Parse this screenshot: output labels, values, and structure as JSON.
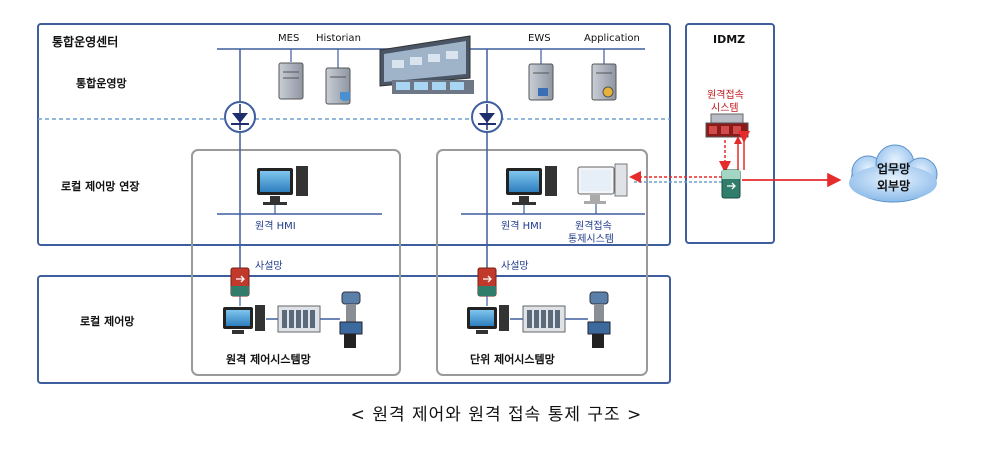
{
  "zones": {
    "center": "통합운영센터",
    "integrated_net": "통합운영망",
    "local_ext": "로컬 제어망 연장",
    "local_ctrl": "로컬 제어망",
    "idmz": "IDMZ"
  },
  "servers": {
    "mes": "MES",
    "historian": "Historian",
    "ews": "EWS",
    "application": "Application"
  },
  "nodes": {
    "remote_hmi_left": "원격 HMI",
    "remote_hmi_right": "원격 HMI",
    "remote_access_control_line1": "원격접속",
    "remote_access_control_line2": "통제시스템",
    "remote_access_sys_line1": "원격접속",
    "remote_access_sys_line2": "시스템",
    "private_net_left": "사설망",
    "private_net_right": "사설망",
    "remote_ctrl_net": "원격 제어시스템망",
    "unit_ctrl_net": "단위 제어시스템망",
    "cloud_line1": "업무망",
    "cloud_line2": "외부망"
  },
  "caption": "< 원격 제어와 원격 접속 통제 구조 >",
  "colors": {
    "frame": "#3f5e9e",
    "inner": "#9a9a9a",
    "dash": "#6fa0d0",
    "red": "#e52b2b",
    "cloud": "#7fb3e6"
  }
}
